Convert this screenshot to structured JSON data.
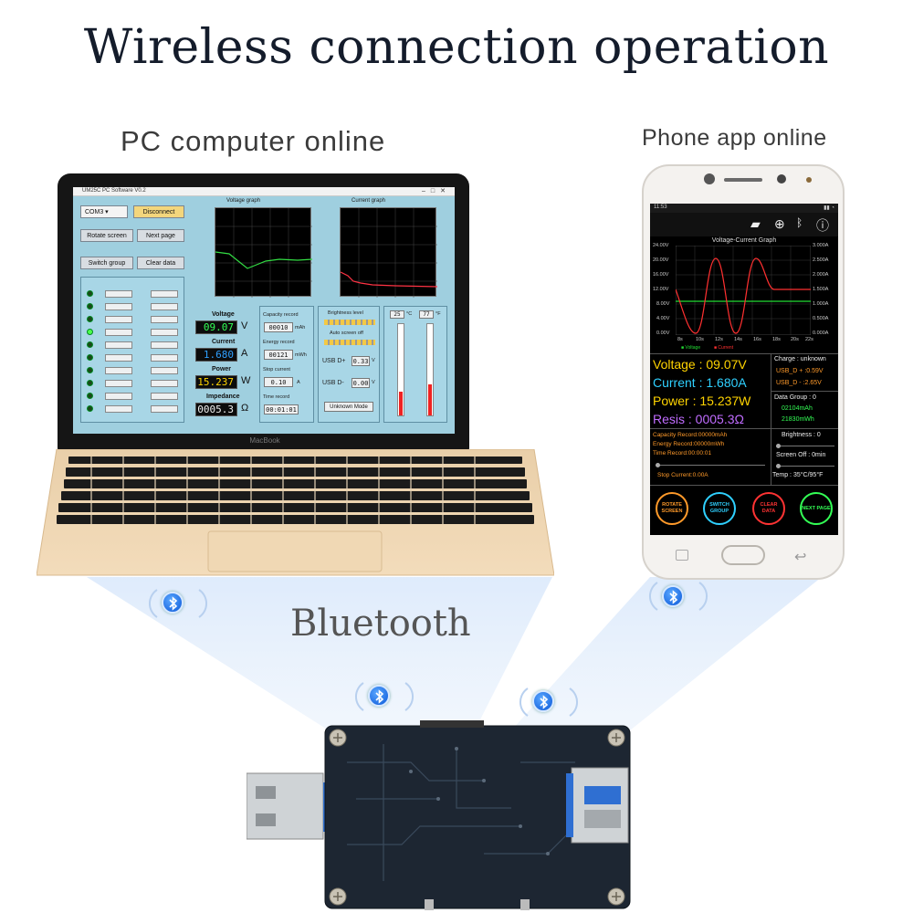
{
  "title": "Wireless connection operation",
  "pc_label": "PC computer online",
  "phone_label": "Phone app online",
  "bluetooth_label": "Bluetooth",
  "laptop": {
    "brand": "MacBook",
    "window_title": "UM25C PC Software V0.2",
    "com_port": "COM3",
    "disconnect": "Disconnect",
    "rotate": "Rotate screen",
    "next_page": "Next page",
    "switch_group": "Switch group",
    "clear_data": "Clear data",
    "voltage_graph": "Voltage graph",
    "current_graph": "Current graph",
    "voltage_label": "Voltage",
    "voltage": "09.07",
    "voltage_unit": "V",
    "current_label": "Current",
    "current": "1.680",
    "current_unit": "A",
    "power_label": "Power",
    "power": "15.237",
    "power_unit": "W",
    "impedance_label": "Impedance",
    "impedance": "0005.3",
    "impedance_unit": "Ω",
    "capacity_record_label": "Capacity record",
    "capacity_record": "00010",
    "capacity_unit": "mAh",
    "energy_record_label": "Energy record",
    "energy_record": "00121",
    "energy_unit": "mWh",
    "stop_current_label": "Stop current",
    "stop_current": "0.10",
    "stop_current_unit": "A",
    "time_record_label": "Time record",
    "time_record": "00:01:01",
    "brightness_label": "Brightness level",
    "auto_screen_label": "Auto screen off",
    "usb_dp_label": "USB D+",
    "usb_dp": "0.33",
    "usb_dp_unit": "V",
    "usb_dm_label": "USB D-",
    "usb_dm": "0.00",
    "usb_dm_unit": "V",
    "mode": "Unknown Mode",
    "temp_c": "25",
    "temp_c_unit": "°C",
    "temp_f": "77",
    "temp_f_unit": "°F"
  },
  "phone": {
    "status_time": "11:53",
    "graph_title": "Voltage-Current Graph",
    "y_left": [
      "24.00V",
      "20.00V",
      "16.00V",
      "12.00V",
      "8.00V",
      "4.00V",
      "0.00V"
    ],
    "y_right": [
      "3.000A",
      "2.500A",
      "2.000A",
      "1.500A",
      "1.000A",
      "0.500A",
      "0.000A"
    ],
    "x_labels": [
      "8s",
      "10s",
      "12s",
      "14s",
      "16s",
      "18s",
      "20s",
      "22s"
    ],
    "legend_voltage": "Voltage",
    "legend_current": "Current",
    "voltage": "Voltage : 09.07V",
    "current": "Current : 1.680A",
    "power": "Power : 15.237W",
    "resis": "Resis : 0005.3Ω",
    "charge": "Charge : unknown",
    "usb_dp": "USB_D + :0.59V",
    "usb_dm": "USB_D - :2.65V",
    "data_group": "Data Group : 0",
    "group_mah": "02104mAh",
    "group_mwh": "21830mWh",
    "capacity": "Capacity Record:00000mAh",
    "energy": "Energy Record:00000mWh",
    "time": "Time Record:00:00:01",
    "stop_current": "Stop Current:0.00A",
    "brightness": "Brightness : 0",
    "screen_off": "Screen Off : 0min",
    "temp": "Temp : 35°C/95°F",
    "buttons": [
      "ROTATE SCREEN",
      "SWITCH GROUP",
      "CLEAR DATA",
      "NEXT PAGE"
    ],
    "colors": {
      "voltage": "#ffd400",
      "current": "#2fd0ff",
      "power": "#ffd400",
      "resis": "#c06cff",
      "orange": "#ff9a2a",
      "green": "#33ff55",
      "red": "#ff3333"
    }
  }
}
